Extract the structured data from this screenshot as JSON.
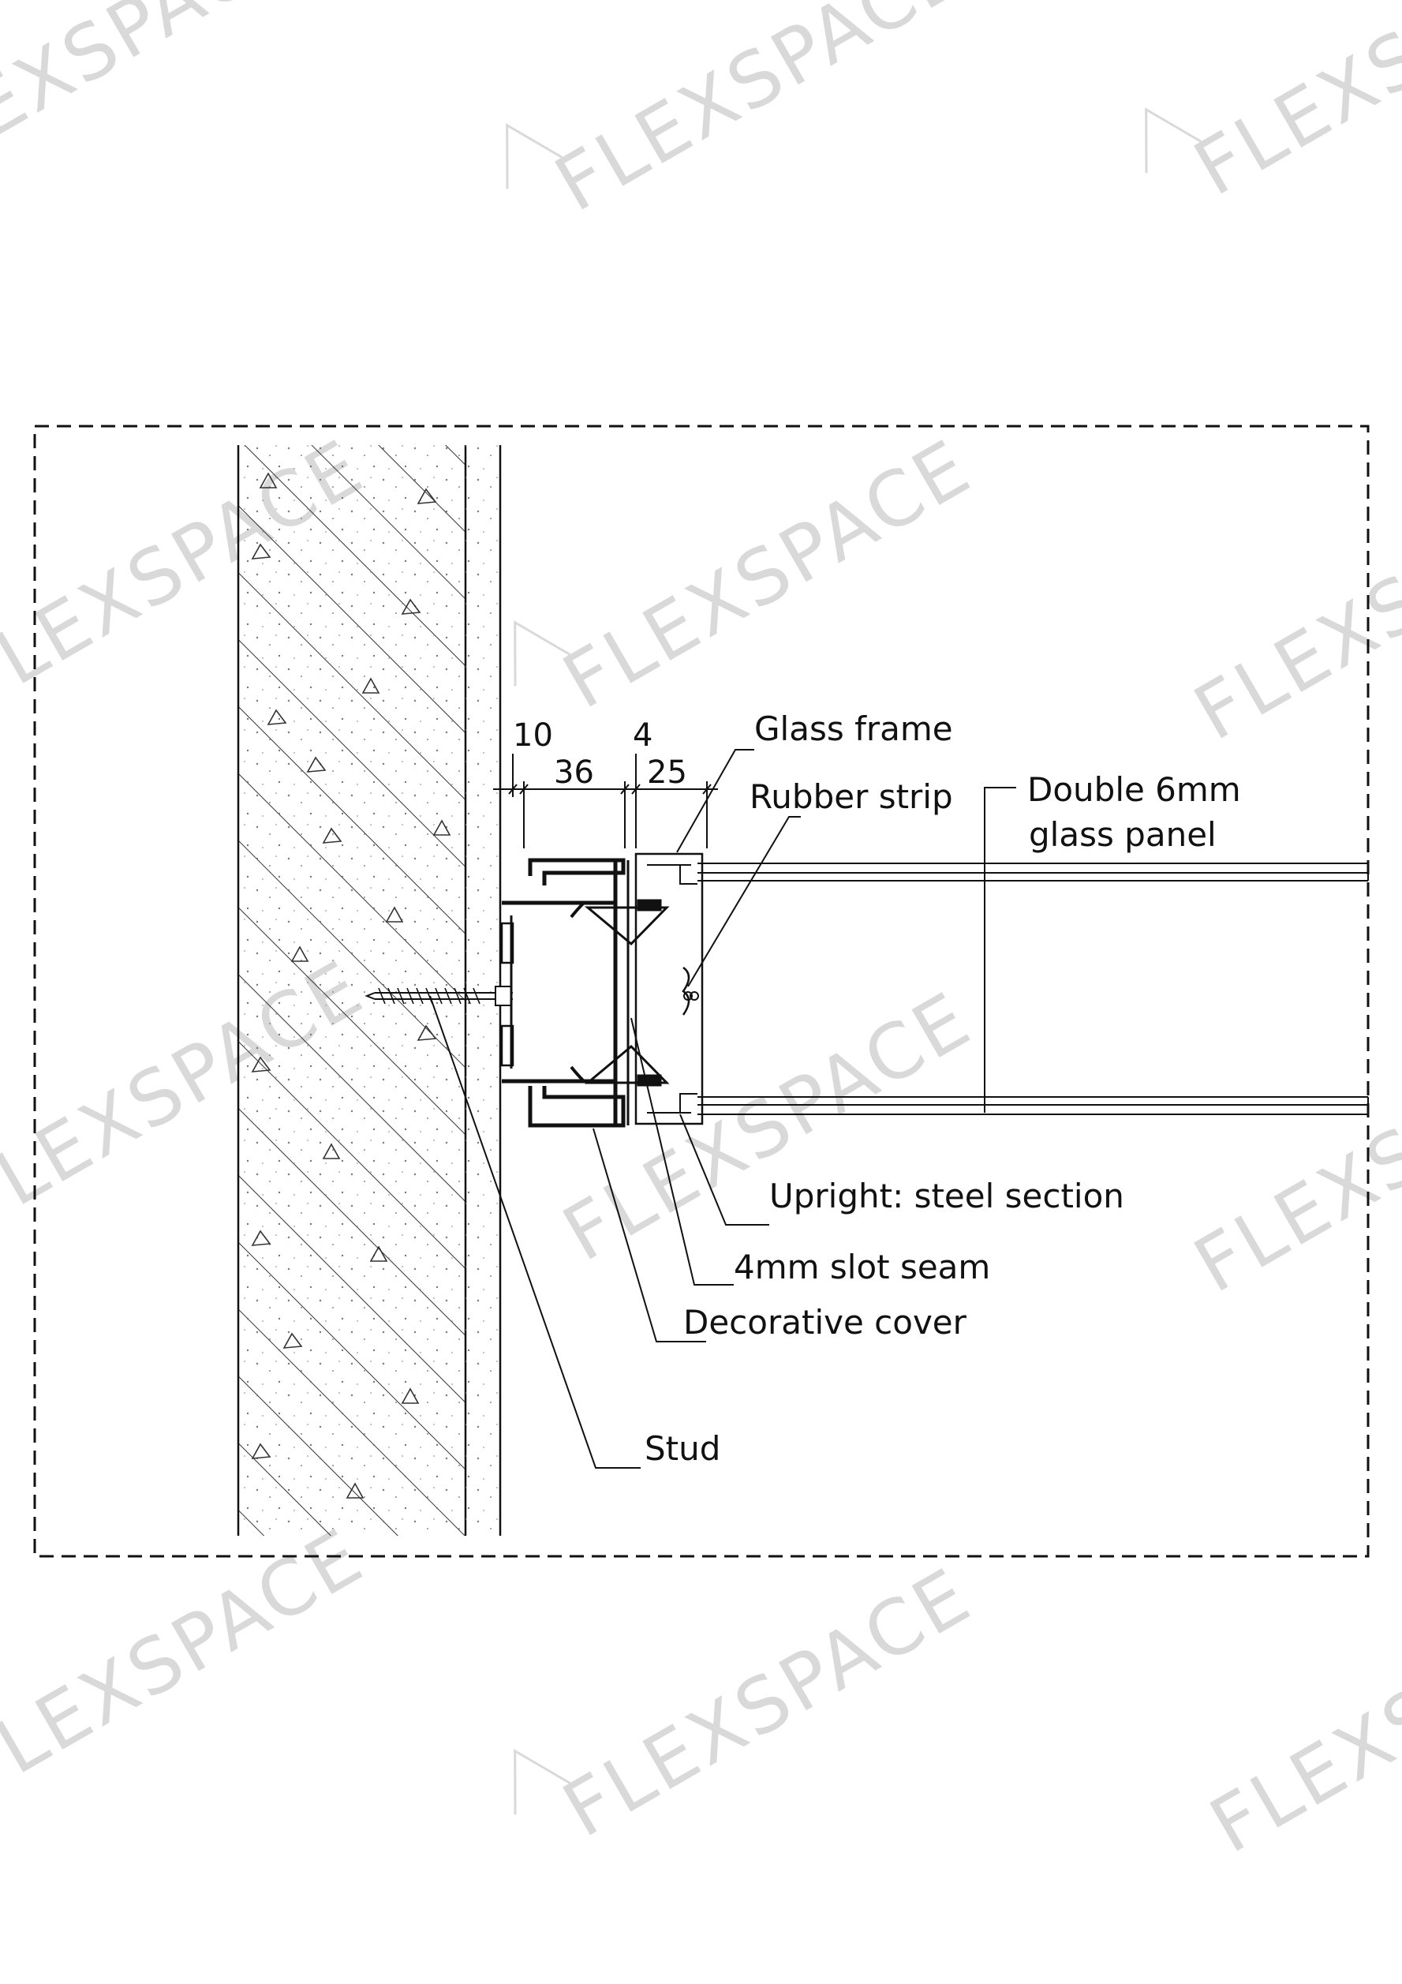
{
  "watermark": {
    "text": "FLEXSPACE"
  },
  "dimensions": {
    "d10": "10",
    "d36": "36",
    "d4": "4",
    "d25": "25"
  },
  "labels": {
    "glass_frame": "Glass frame",
    "rubber_strip": "Rubber strip",
    "glass_panel_line1": "Double 6mm",
    "glass_panel_line2": "glass panel",
    "upright": "Upright: steel section",
    "slot_seam": "4mm slot seam",
    "decorative_cover": "Decorative cover",
    "stud": "Stud"
  },
  "colors": {
    "line": "#111111",
    "watermark": "#d9d9d9",
    "background": "#ffffff"
  }
}
